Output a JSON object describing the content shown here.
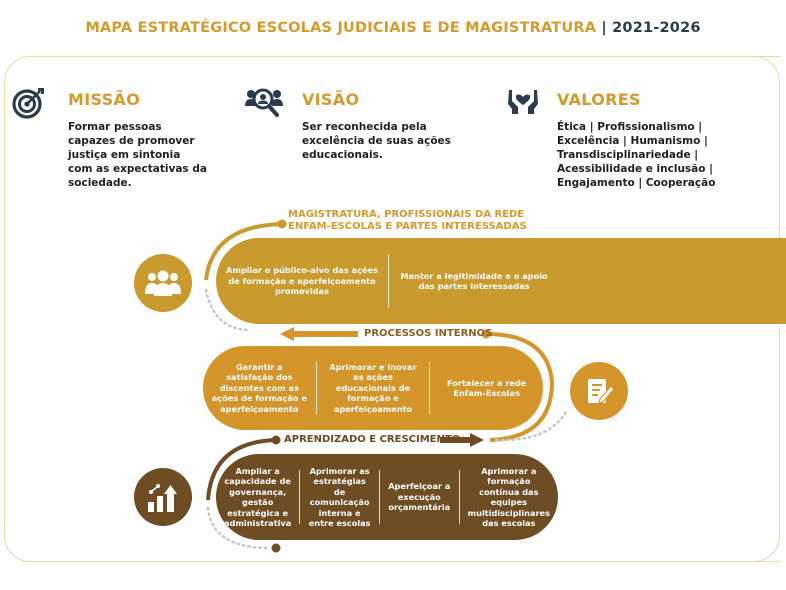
{
  "header": {
    "title_main": "MAPA ESTRATÉGICO ESCOLAS  JUDICIAIS E DE MAGISTRATURA",
    "title_sep": "|",
    "title_years": "2021-2026"
  },
  "missao": {
    "heading": "MISSÃO",
    "text": "Formar pessoas capazes de promover justiça em sintonia com as expectativas da sociedade."
  },
  "visao": {
    "heading": "VISÃO",
    "text": "Ser reconhecida pela excelência de suas ações educacionais."
  },
  "valores": {
    "heading": "VALORES",
    "text": "Ética | Profissionalismo | Excelência | Humanismo |  Transdisciplinariedade | Acessibilidade e inclusão | Engajamento | Cooperação"
  },
  "perspectivas": [
    {
      "label": "MAGISTRATURA, PROFISSIONAIS DA REDE ENFAM-ESCOLAS E PARTES INTERESSADAS",
      "label_line1": "MAGISTRATURA, PROFISSIONAIS DA REDE",
      "label_line2": "ENFAM-ESCOLAS E PARTES INTERESSADAS",
      "icon": "people-group-icon",
      "objetivos": [
        "Ampliar o público-alvo das ações de formação e aperfeiçoamento promovidas",
        "Manter a legitimidade e o apoio das partes interessadas"
      ]
    },
    {
      "label": "PROCESSOS INTERNOS",
      "icon": "document-edit-icon",
      "objetivos": [
        "Garantir a satisfação dos discentes com as ações de formação e aperfeiçoamento",
        "Aprimorar e inovar as ações educacionais de formação e aperfeiçoamento",
        "Fortalecer a rede Enfam-Escolas"
      ]
    },
    {
      "label": "APRENDIZADO E CRESCIMENTO",
      "icon": "growth-chart-icon",
      "objetivos": [
        "Ampliar a capacidade de governança, gestão estratégica e administrativa",
        "Aprimorar as estratégias de comunicação interna e entre escolas",
        "Aperfeiçoar a execução orçamentária",
        "Aprimorar a formação contínua das equipes multidisciplinares das escolas"
      ]
    }
  ],
  "colors": {
    "gold_title": "#d49a2c",
    "navy": "#2b3b4e",
    "band_gold": "#c99a2e",
    "band_amber": "#d4952b",
    "band_brown": "#6e4c24"
  }
}
